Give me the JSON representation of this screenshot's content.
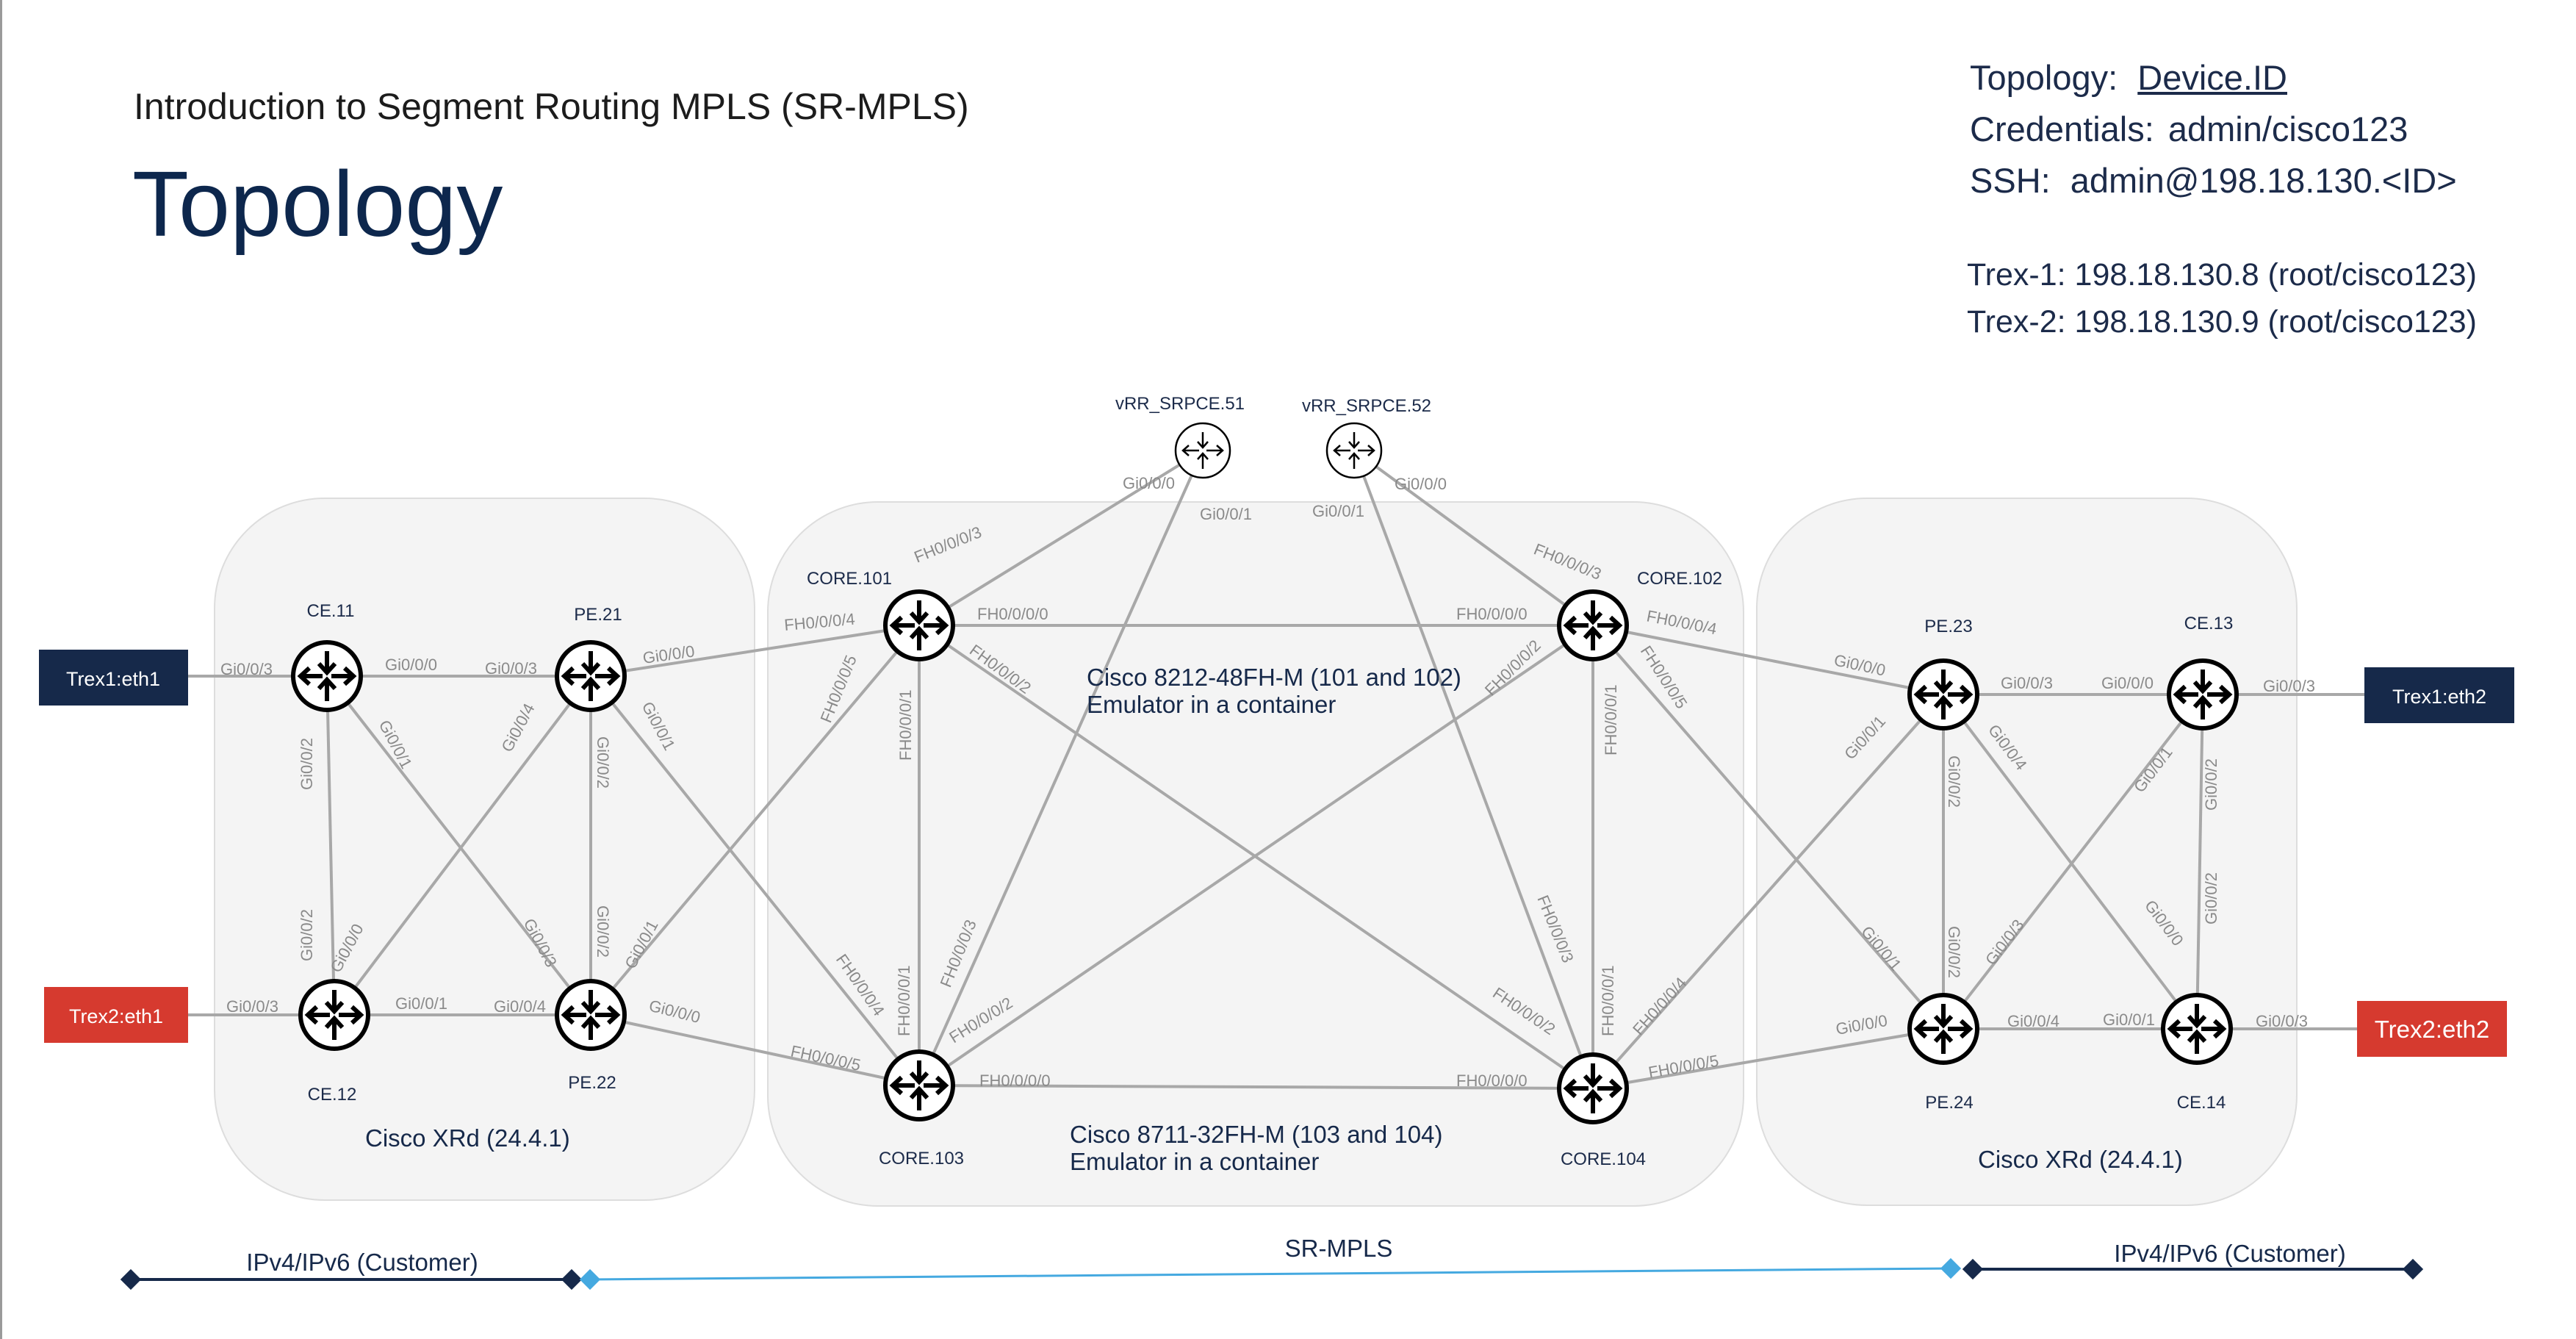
{
  "header": {
    "subtitle": "Introduction to Segment Routing MPLS (SR-MPLS)",
    "title": "Topology"
  },
  "access_info": {
    "topology_label": "Topology:",
    "topology_value": "Device.ID",
    "credentials_label": "Credentials:",
    "credentials_value": "admin/cisco123",
    "ssh_label": "SSH:",
    "ssh_value": "admin@198.18.130.<ID>",
    "trex1_label": "Trex-1",
    "trex1_value": ": 198.18.130.8 (root/cisco123)",
    "trex2_label": "Trex-2",
    "trex2_value": ": 198.18.130.9 (root/cisco123)"
  },
  "groups": {
    "left_platform": "Cisco XRd (24.4.1)",
    "right_platform": "Cisco XRd (24.4.1)",
    "core_top_line1": "Cisco 8212-48FH-M (101 and 102)",
    "core_top_line2": "Emulator in a container",
    "core_bottom_line1": "Cisco 8711-32FH-M (103 and 104)",
    "core_bottom_line2": "Emulator in a container"
  },
  "devices": {
    "ce11": "CE.11",
    "ce12": "CE.12",
    "pe21": "PE.21",
    "pe22": "PE.22",
    "core101": "CORE.101",
    "core102": "CORE.102",
    "core103": "CORE.103",
    "core104": "CORE.104",
    "pe23": "PE.23",
    "pe24": "PE.24",
    "ce13": "CE.13",
    "ce14": "CE.14",
    "rr51": "vRR_SRPCE.51",
    "rr52": "vRR_SRPCE.52"
  },
  "traffic_gens": {
    "trex1_eth1": "Trex1:eth1",
    "trex2_eth1": "Trex2:eth1",
    "trex1_eth2": "Trex1:eth2",
    "trex2_eth2": "Trex2:eth2"
  },
  "interfaces": {
    "ce11_trex": "Gi0/0/3",
    "ce11_pe21": "Gi0/0/0",
    "ce11_ce12": "Gi0/0/2",
    "ce11_pe22": "Gi0/0/1",
    "pe21_ce11": "Gi0/0/3",
    "pe21_core101": "Gi0/0/0",
    "pe21_ce12": "Gi0/0/4",
    "pe21_pe22": "Gi0/0/2",
    "pe21_core103": "Gi0/0/1",
    "ce12_trex": "Gi0/0/3",
    "ce12_pe22": "Gi0/0/1",
    "ce12_ce11": "Gi0/0/2",
    "ce12_pe21": "Gi0/0/0",
    "pe22_ce12": "Gi0/0/4",
    "pe22_core103": "Gi0/0/0",
    "pe22_pe21": "Gi0/0/2",
    "pe22_ce11": "Gi0/0/3",
    "pe22_core101": "Gi0/0/1",
    "rr51_core101": "Gi0/0/0",
    "rr51_core103": "Gi0/0/1",
    "rr52_core104": "Gi0/0/1",
    "rr52_core102": "Gi0/0/0",
    "core101_rr51": "FH0/0/0/3",
    "core101_pe21": "FH0/0/0/4",
    "core101_core102": "FH0/0/0/0",
    "core101_pe22": "FH0/0/0/5",
    "core101_core103": "FH0/0/0/1",
    "core101_core104": "FH0/0/0/2",
    "core102_rr52": "FH0/0/0/3",
    "core102_pe23": "FH0/0/0/4",
    "core102_core101": "FH0/0/0/0",
    "core102_core103": "FH0/0/0/2",
    "core102_core104": "FH0/0/0/1",
    "core102_pe24": "FH0/0/0/5",
    "core103_pe21": "FH0/0/0/4",
    "core103_pe22": "FH0/0/0/5",
    "core103_core101": "FH0/0/0/1",
    "core103_rr51": "FH0/0/0/3",
    "core103_core102": "FH0/0/0/2",
    "core103_core104": "FH0/0/0/0",
    "core104_rr52": "FH0/0/0/3",
    "core104_core101": "FH0/0/0/2",
    "core104_core102": "FH0/0/0/1",
    "core104_pe23": "FH0/0/0/4",
    "core104_pe24": "FH0/0/0/5",
    "core104_core103": "FH0/0/0/0",
    "pe23_core102": "Gi0/0/0",
    "pe23_ce13": "Gi0/0/3",
    "pe23_core104": "Gi0/0/1",
    "pe23_pe24": "Gi0/0/2",
    "pe23_ce14": "Gi0/0/4",
    "ce13_pe23": "Gi0/0/0",
    "ce13_trex": "Gi0/0/3",
    "ce13_pe24": "Gi0/0/1",
    "ce13_ce14": "Gi0/0/2",
    "pe24_core104": "Gi0/0/0",
    "pe24_ce14": "Gi0/0/4",
    "pe24_core102": "Gi0/0/1",
    "pe24_pe23": "Gi0/0/2",
    "pe24_ce13": "Gi0/0/3",
    "ce14_pe24": "Gi0/0/1",
    "ce14_trex": "Gi0/0/3",
    "ce14_pe23": "Gi0/0/0",
    "ce14_ce13": "Gi0/0/2"
  },
  "domains": {
    "left": "IPv4/IPv6 (Customer)",
    "center": "SR-MPLS",
    "right": "IPv4/IPv6 (Customer)"
  },
  "colors": {
    "navy": "#16294a",
    "trex_red": "#d63a2f",
    "link_gray": "#a8a8a8",
    "group_fill": "#f4f4f4",
    "sr_line": "#45a9e0"
  }
}
